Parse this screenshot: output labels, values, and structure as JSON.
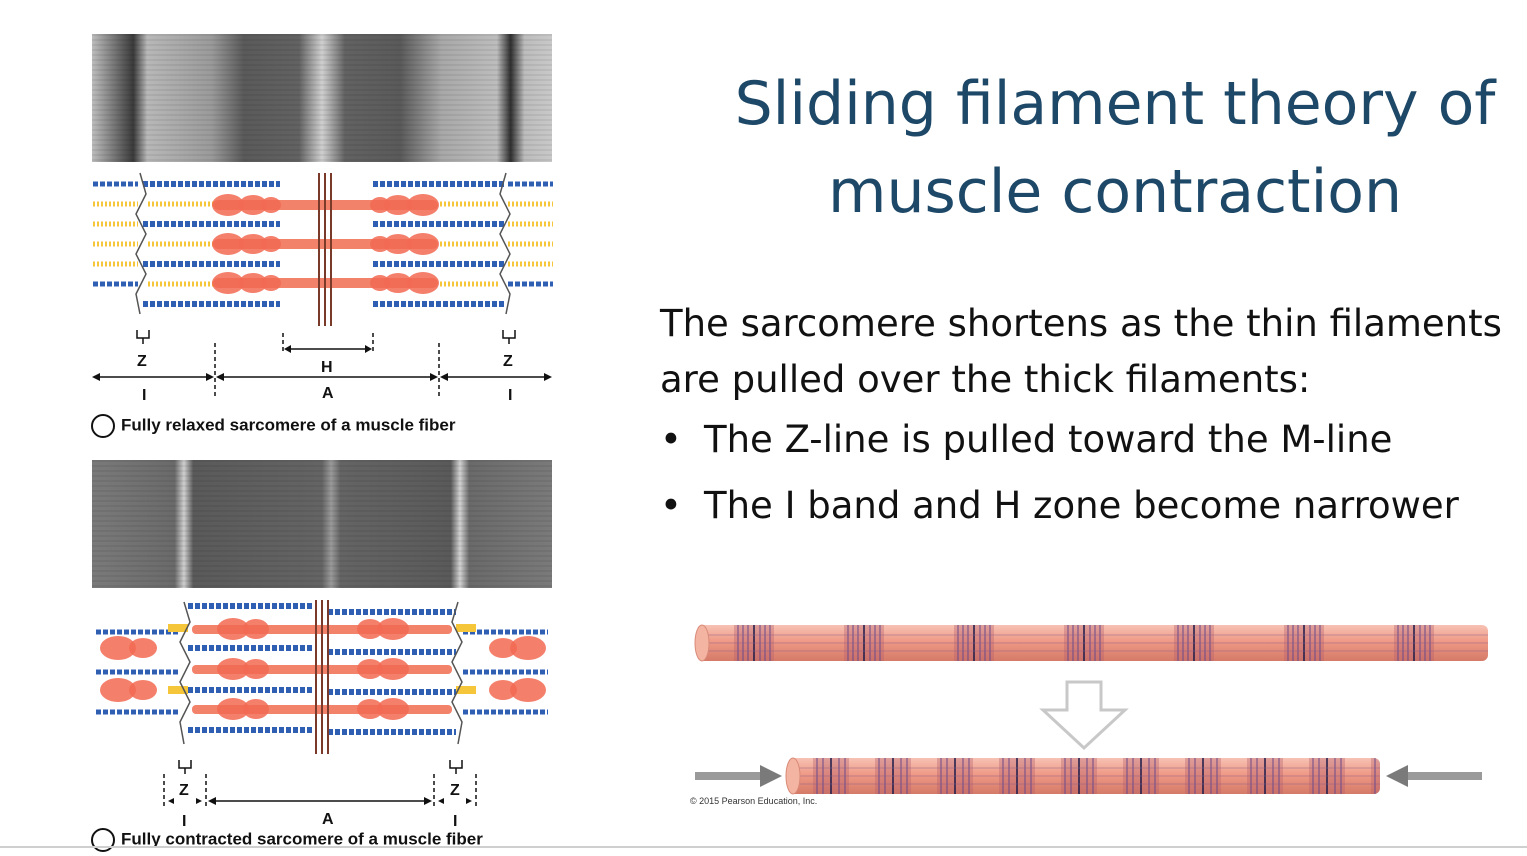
{
  "slide": {
    "title_line1": "Sliding filament theory of",
    "title_line2": "muscle contraction",
    "intro_line1": "The sarcomere shortens as the thin filaments",
    "intro_line2": "are pulled over the thick filaments:",
    "bullets": [
      "The Z-line is pulled toward the M-line",
      "The I band and H zone become narrower"
    ]
  },
  "figure_relaxed": {
    "caption": "Fully relaxed sarcomere of a muscle fiber",
    "labels": {
      "z_left": "Z",
      "z_right": "Z",
      "h": "H",
      "a": "A",
      "i_left": "I",
      "i_right": "I"
    }
  },
  "figure_contracted": {
    "caption": "Fully contracted sarcomere of a muscle fiber",
    "labels": {
      "z_left": "Z",
      "z_right": "Z",
      "a": "A",
      "i_left": "I",
      "i_right": "I"
    }
  },
  "myofibril_figure": {
    "copyright": "© 2015 Pearson Education, Inc."
  },
  "colors": {
    "title": "#1e4868",
    "thick_filament": "#f2826a",
    "thin_filament": "#2f5fb3",
    "myofibril": "#f0a090",
    "arrow_gray": "#8c8c8c"
  }
}
